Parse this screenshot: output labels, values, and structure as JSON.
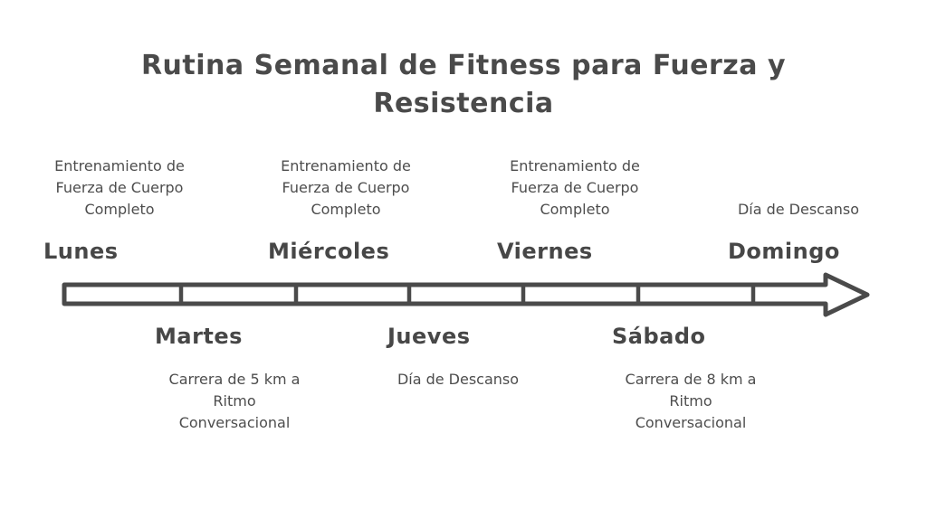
{
  "title": "Rutina Semanal de Fitness para Fuerza y Resistencia",
  "colors": {
    "text": "#4a4a4a",
    "arrow_outline": "#4a4a4a",
    "arrow_fill": "#ffffff",
    "background": "#ffffff"
  },
  "timeline": {
    "type": "weekly-timeline",
    "direction": "left-to-right",
    "segment_count": 7,
    "days_above": [
      {
        "name": "Lunes",
        "activity": "Entrenamiento de Fuerza de Cuerpo Completo"
      },
      {
        "name": "Miércoles",
        "activity": "Entrenamiento de Fuerza de Cuerpo Completo"
      },
      {
        "name": "Viernes",
        "activity": "Entrenamiento de Fuerza de Cuerpo Completo"
      },
      {
        "name": "Domingo",
        "activity": "Día de Descanso"
      }
    ],
    "days_below": [
      {
        "name": "Martes",
        "activity": "Carrera de 5 km a Ritmo Conversacional"
      },
      {
        "name": "Jueves",
        "activity": "Día de Descanso"
      },
      {
        "name": "Sábado",
        "activity": "Carrera de 8 km a Ritmo Conversacional"
      }
    ]
  }
}
